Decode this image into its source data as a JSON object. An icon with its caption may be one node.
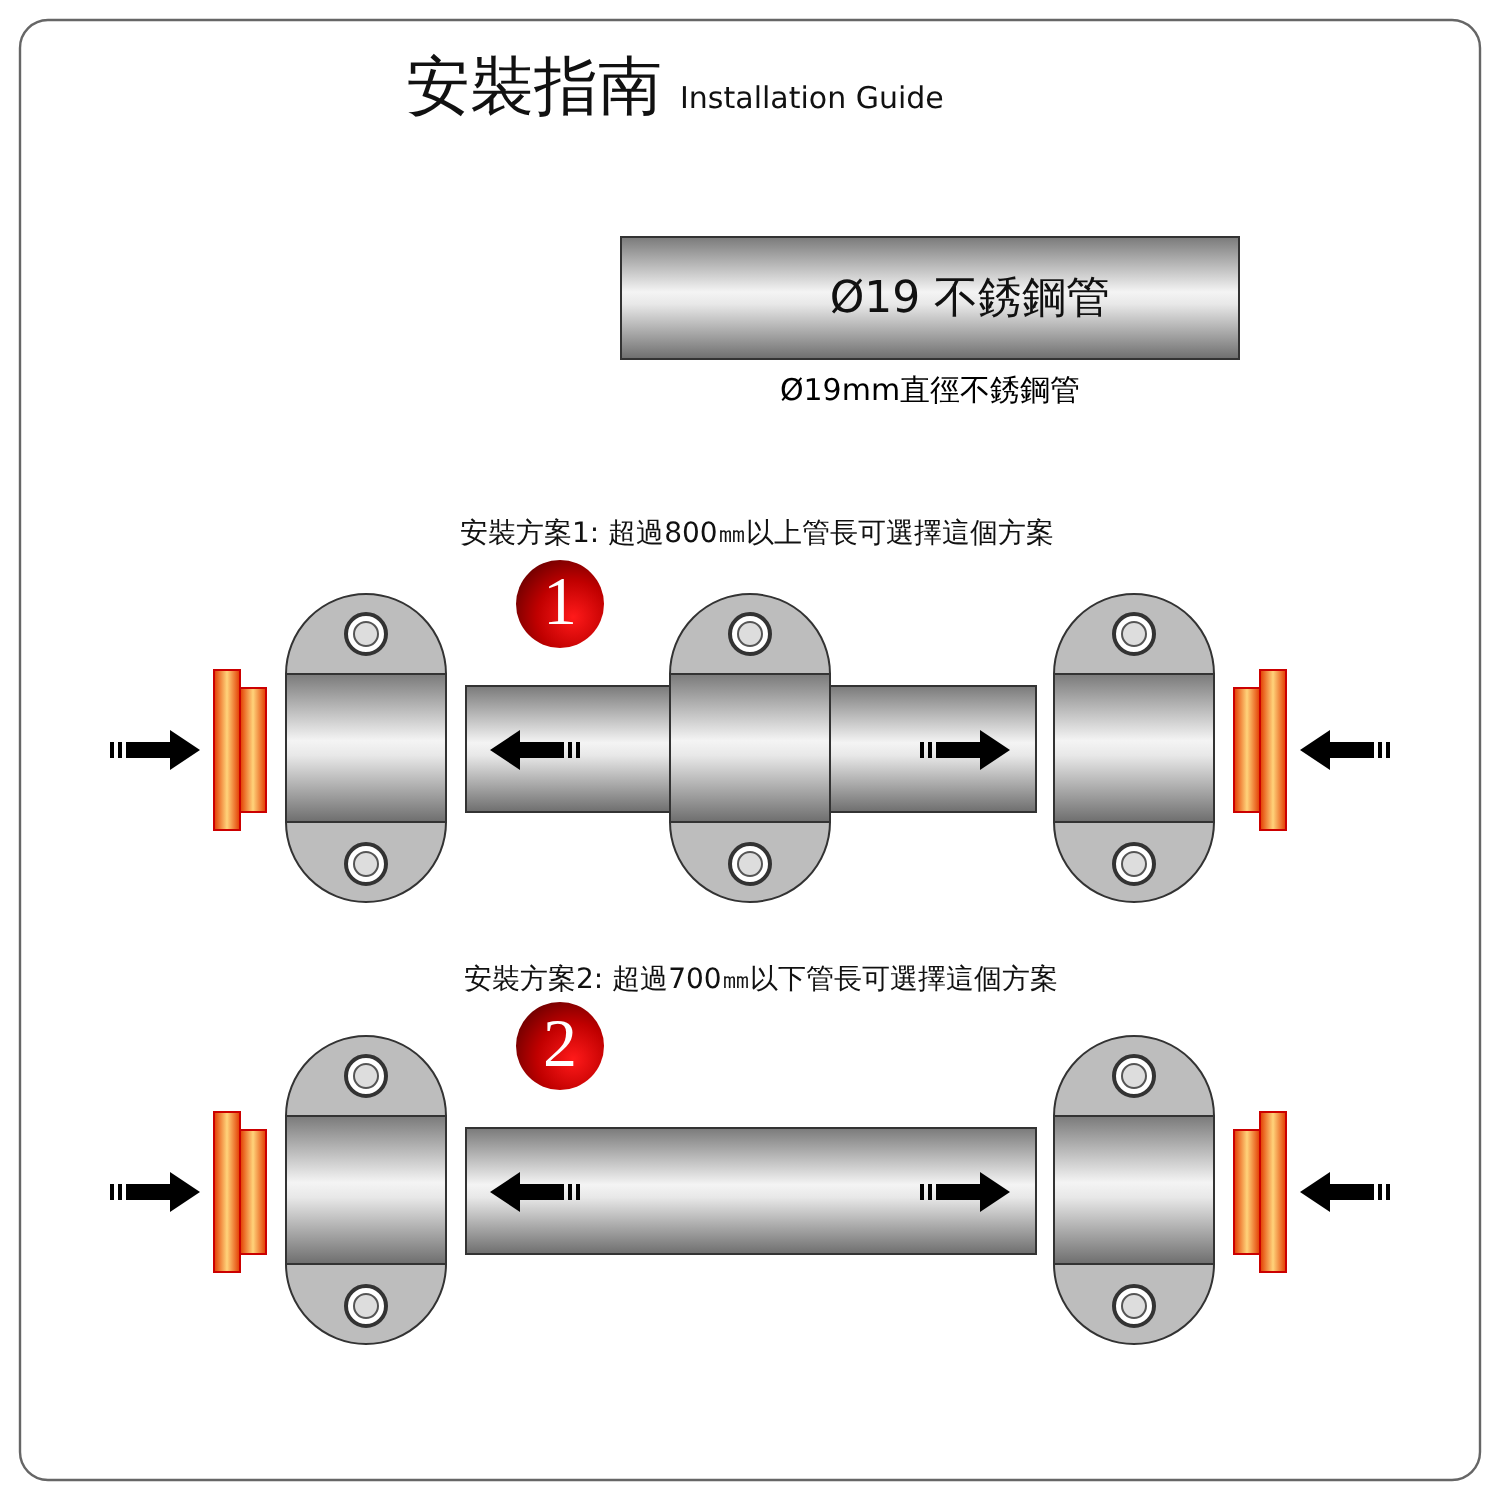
{
  "diagram": {
    "title": "安裝指南",
    "nodes": [
      {
        "text": [
          "Ø19 不銹鋼管"
        ],
        "beside": [
          "Ø19mm直徑不銹鋼管"
        ]
      },
      {
        "text": [
          "1"
        ]
      },
      {
        "text": [
          "2"
        ]
      }
    ],
    "labels": [
      "Installation Guide",
      "安裝方案1: 超過800㎜以上管長可選擇這個方案",
      "安裝方案2: 超過700㎜以下管長可選擇這個方案"
    ]
  }
}
